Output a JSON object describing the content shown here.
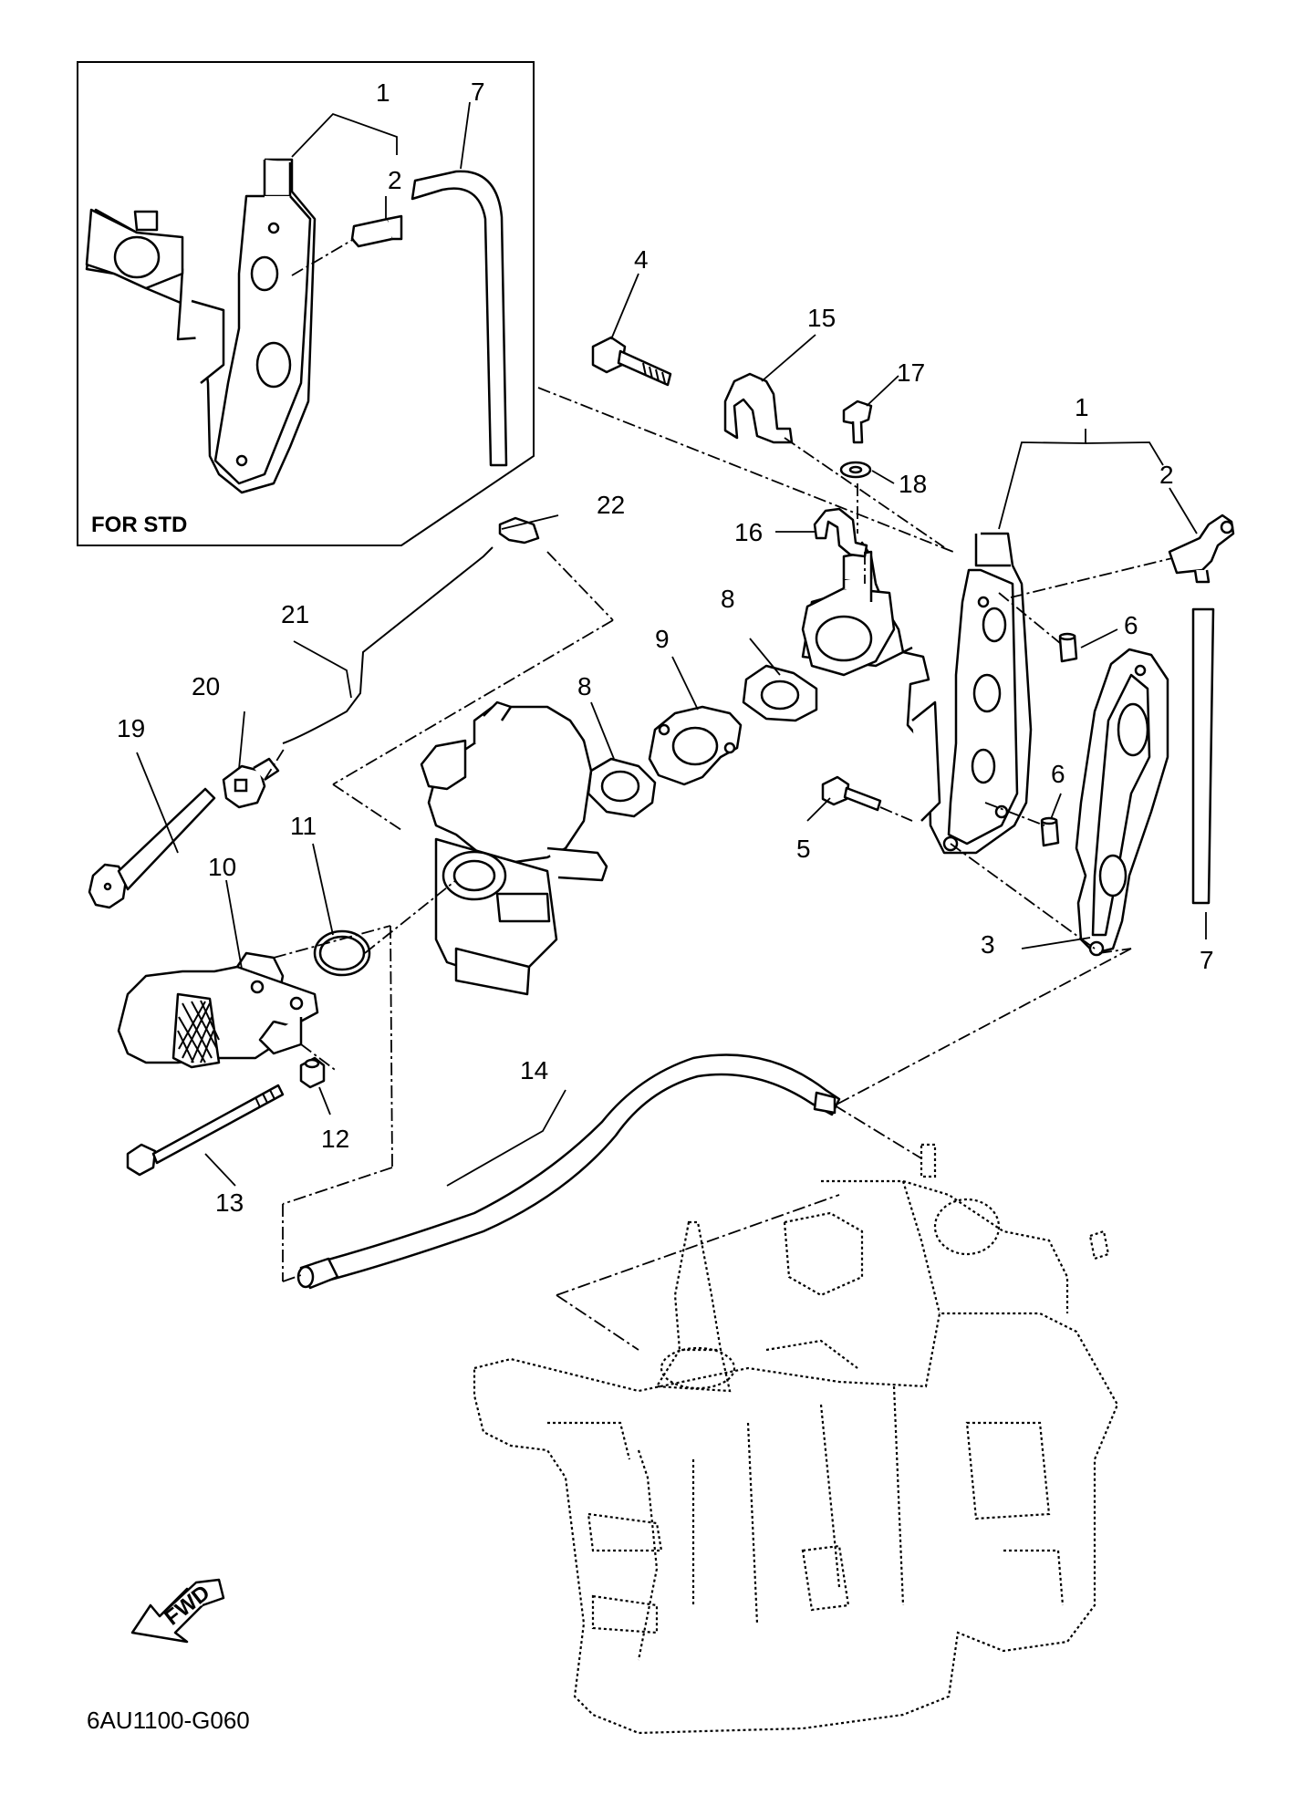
{
  "inset_label": "FOR STD",
  "fwd_label": "FWD",
  "diagram_code": "6AU1100-G060",
  "callouts": {
    "inset_1": "1",
    "inset_2": "2",
    "inset_7": "7",
    "c1": "1",
    "c2": "2",
    "c3": "3",
    "c4": "4",
    "c5": "5",
    "c6a": "6",
    "c6b": "6",
    "c7": "7",
    "c8a": "8",
    "c8b": "8",
    "c9": "9",
    "c10": "10",
    "c11": "11",
    "c12": "12",
    "c13": "13",
    "c14": "14",
    "c15": "15",
    "c16": "16",
    "c17": "17",
    "c18": "18",
    "c19": "19",
    "c20": "20",
    "c21": "21",
    "c22": "22"
  }
}
